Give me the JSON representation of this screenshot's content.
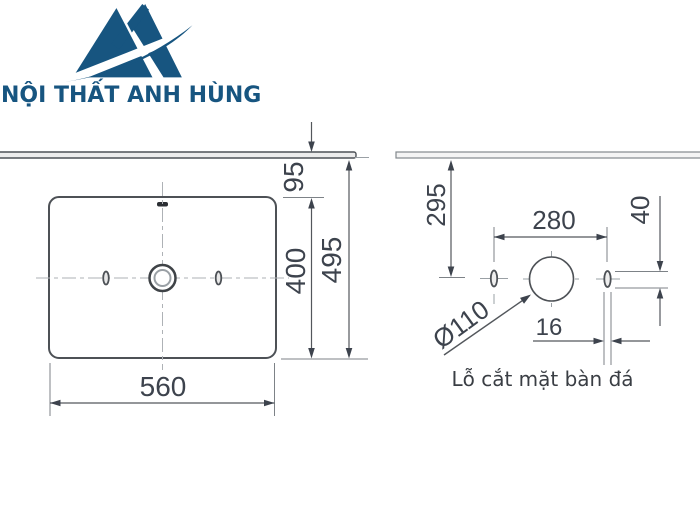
{
  "brand": {
    "name": "NỘI THẤT ANH HÙNG",
    "logo_color": "#175580"
  },
  "top_view": {
    "description": "sink-top-view-technical-drawing",
    "dims": {
      "width": "560",
      "depth": "400",
      "total_depth": "495",
      "wall_gap": "95"
    }
  },
  "cutout": {
    "caption": "Lỗ cắt mặt bàn đá",
    "dims": {
      "wall_distance": "295",
      "hole_spacing": "280",
      "drain_diameter": "Ø110",
      "slot_width": "16",
      "slot_height": "40"
    }
  },
  "colors": {
    "main_line": "#4d5156",
    "light_line": "#7d8287",
    "centerline": "#aeb2b6",
    "dim_text": "#3d434d"
  }
}
